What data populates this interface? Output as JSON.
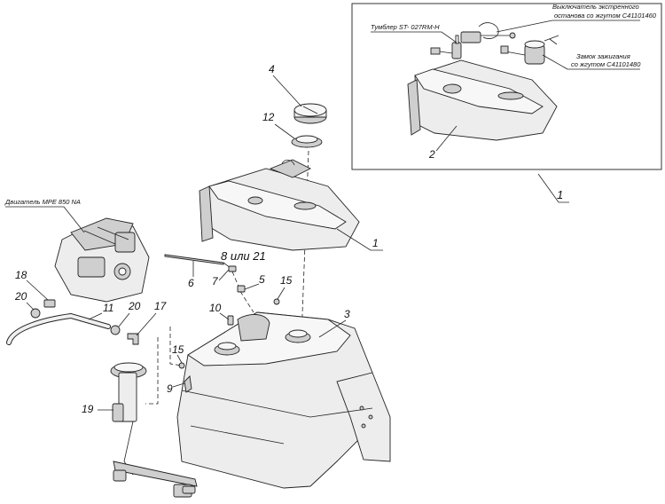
{
  "labels": {
    "engine": "Двигатель MPE 850 NA",
    "toggle": "Тумблер ST- 027RM-H",
    "emergency_switch_line1": "Выключатель экстренного",
    "emergency_switch_line2": "останова со жгутом C41101460",
    "ignition_line1": "Замок зажигания",
    "ignition_line2": "со жгутом C41101480",
    "or_8_21": "8 или 21"
  },
  "callouts": {
    "n1_frame": "1",
    "n2": "2",
    "n1": "1",
    "n3": "3",
    "n4": "4",
    "n5": "5",
    "n6": "6",
    "n7": "7",
    "n9": "9",
    "n10": "10",
    "n11": "11",
    "n12": "12",
    "n15a": "15",
    "n15b": "15",
    "n17": "17",
    "n18": "18",
    "n19": "19",
    "n20a": "20",
    "n20b": "20"
  }
}
